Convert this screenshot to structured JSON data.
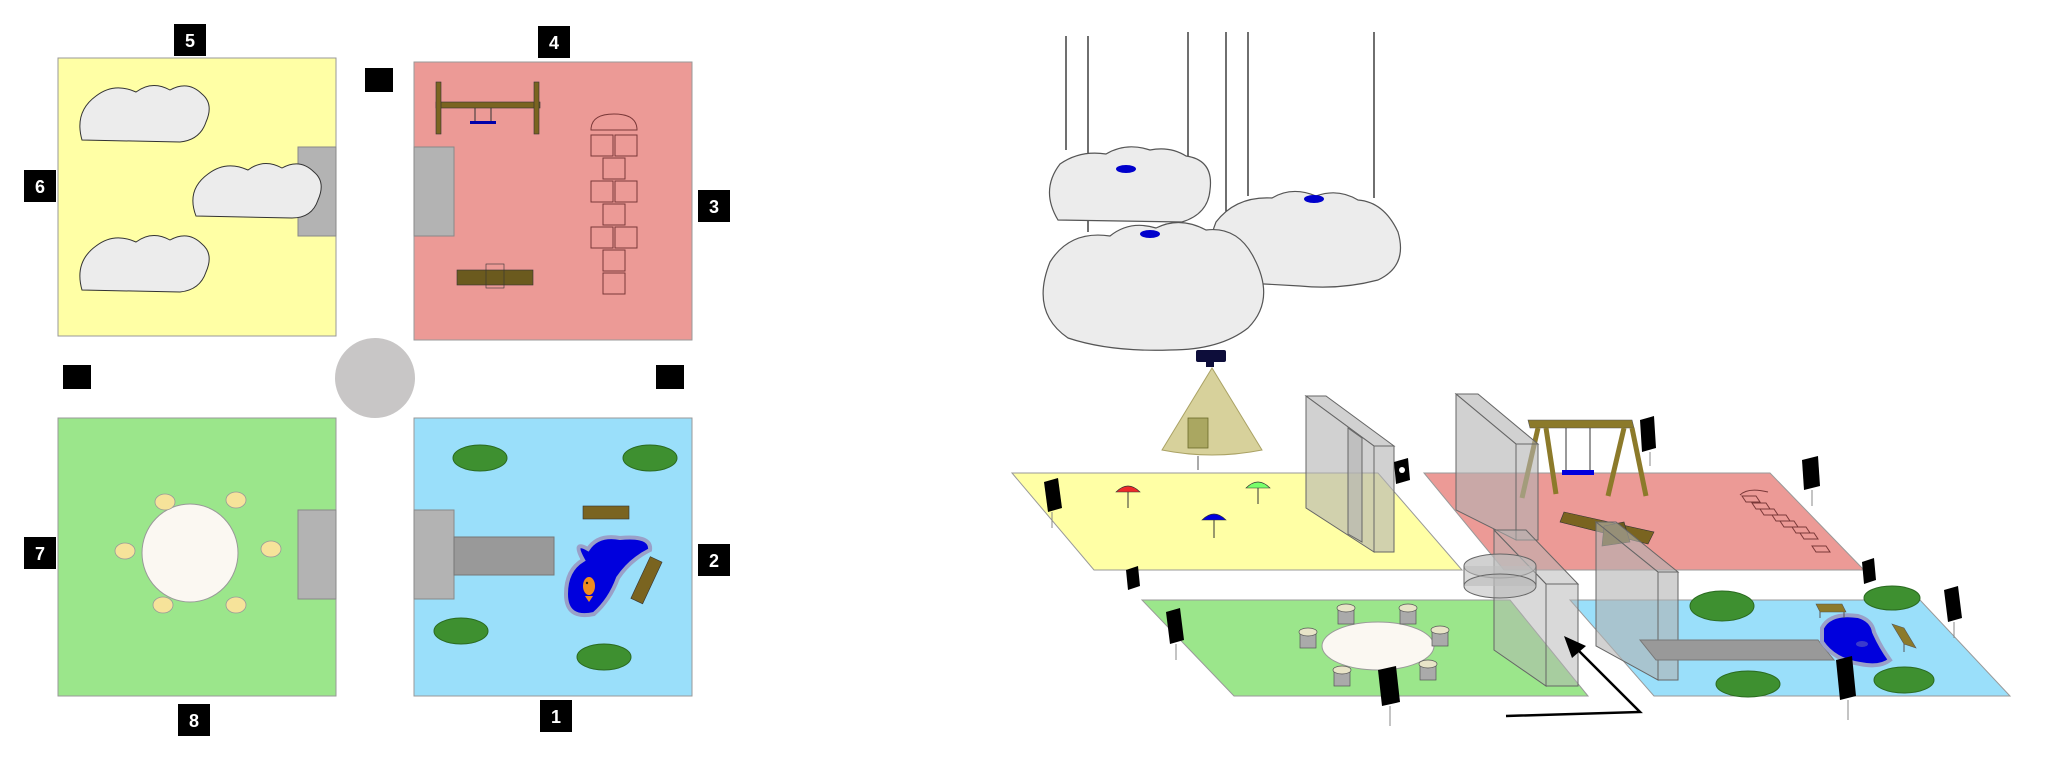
{
  "numbers": {
    "n1": "1",
    "n2": "2",
    "n3": "3",
    "n4": "4",
    "n5": "5",
    "n6": "6",
    "n7": "7",
    "n8": "8"
  },
  "colors": {
    "zone_yellow": "#ffffa5",
    "zone_red": "#ec9a96",
    "zone_green": "#9be68b",
    "zone_blue": "#9adffa",
    "cloud": "#ececec",
    "marker": "#000000",
    "pond": "#0000dd",
    "bush": "#3e9030",
    "wood": "#7a6420",
    "hub": "#c8c6c6",
    "wall": "#b3b3b3"
  },
  "icons": {
    "speaker": "speaker-icon",
    "projector": "projector-icon",
    "swing": "swing-icon",
    "seesaw": "seesaw-icon",
    "hopscotch": "hopscotch-icon",
    "mushroom": "mushroom-icon",
    "fish": "fish-icon",
    "cloud": "cloud-icon",
    "arrow": "arrow-icon"
  }
}
